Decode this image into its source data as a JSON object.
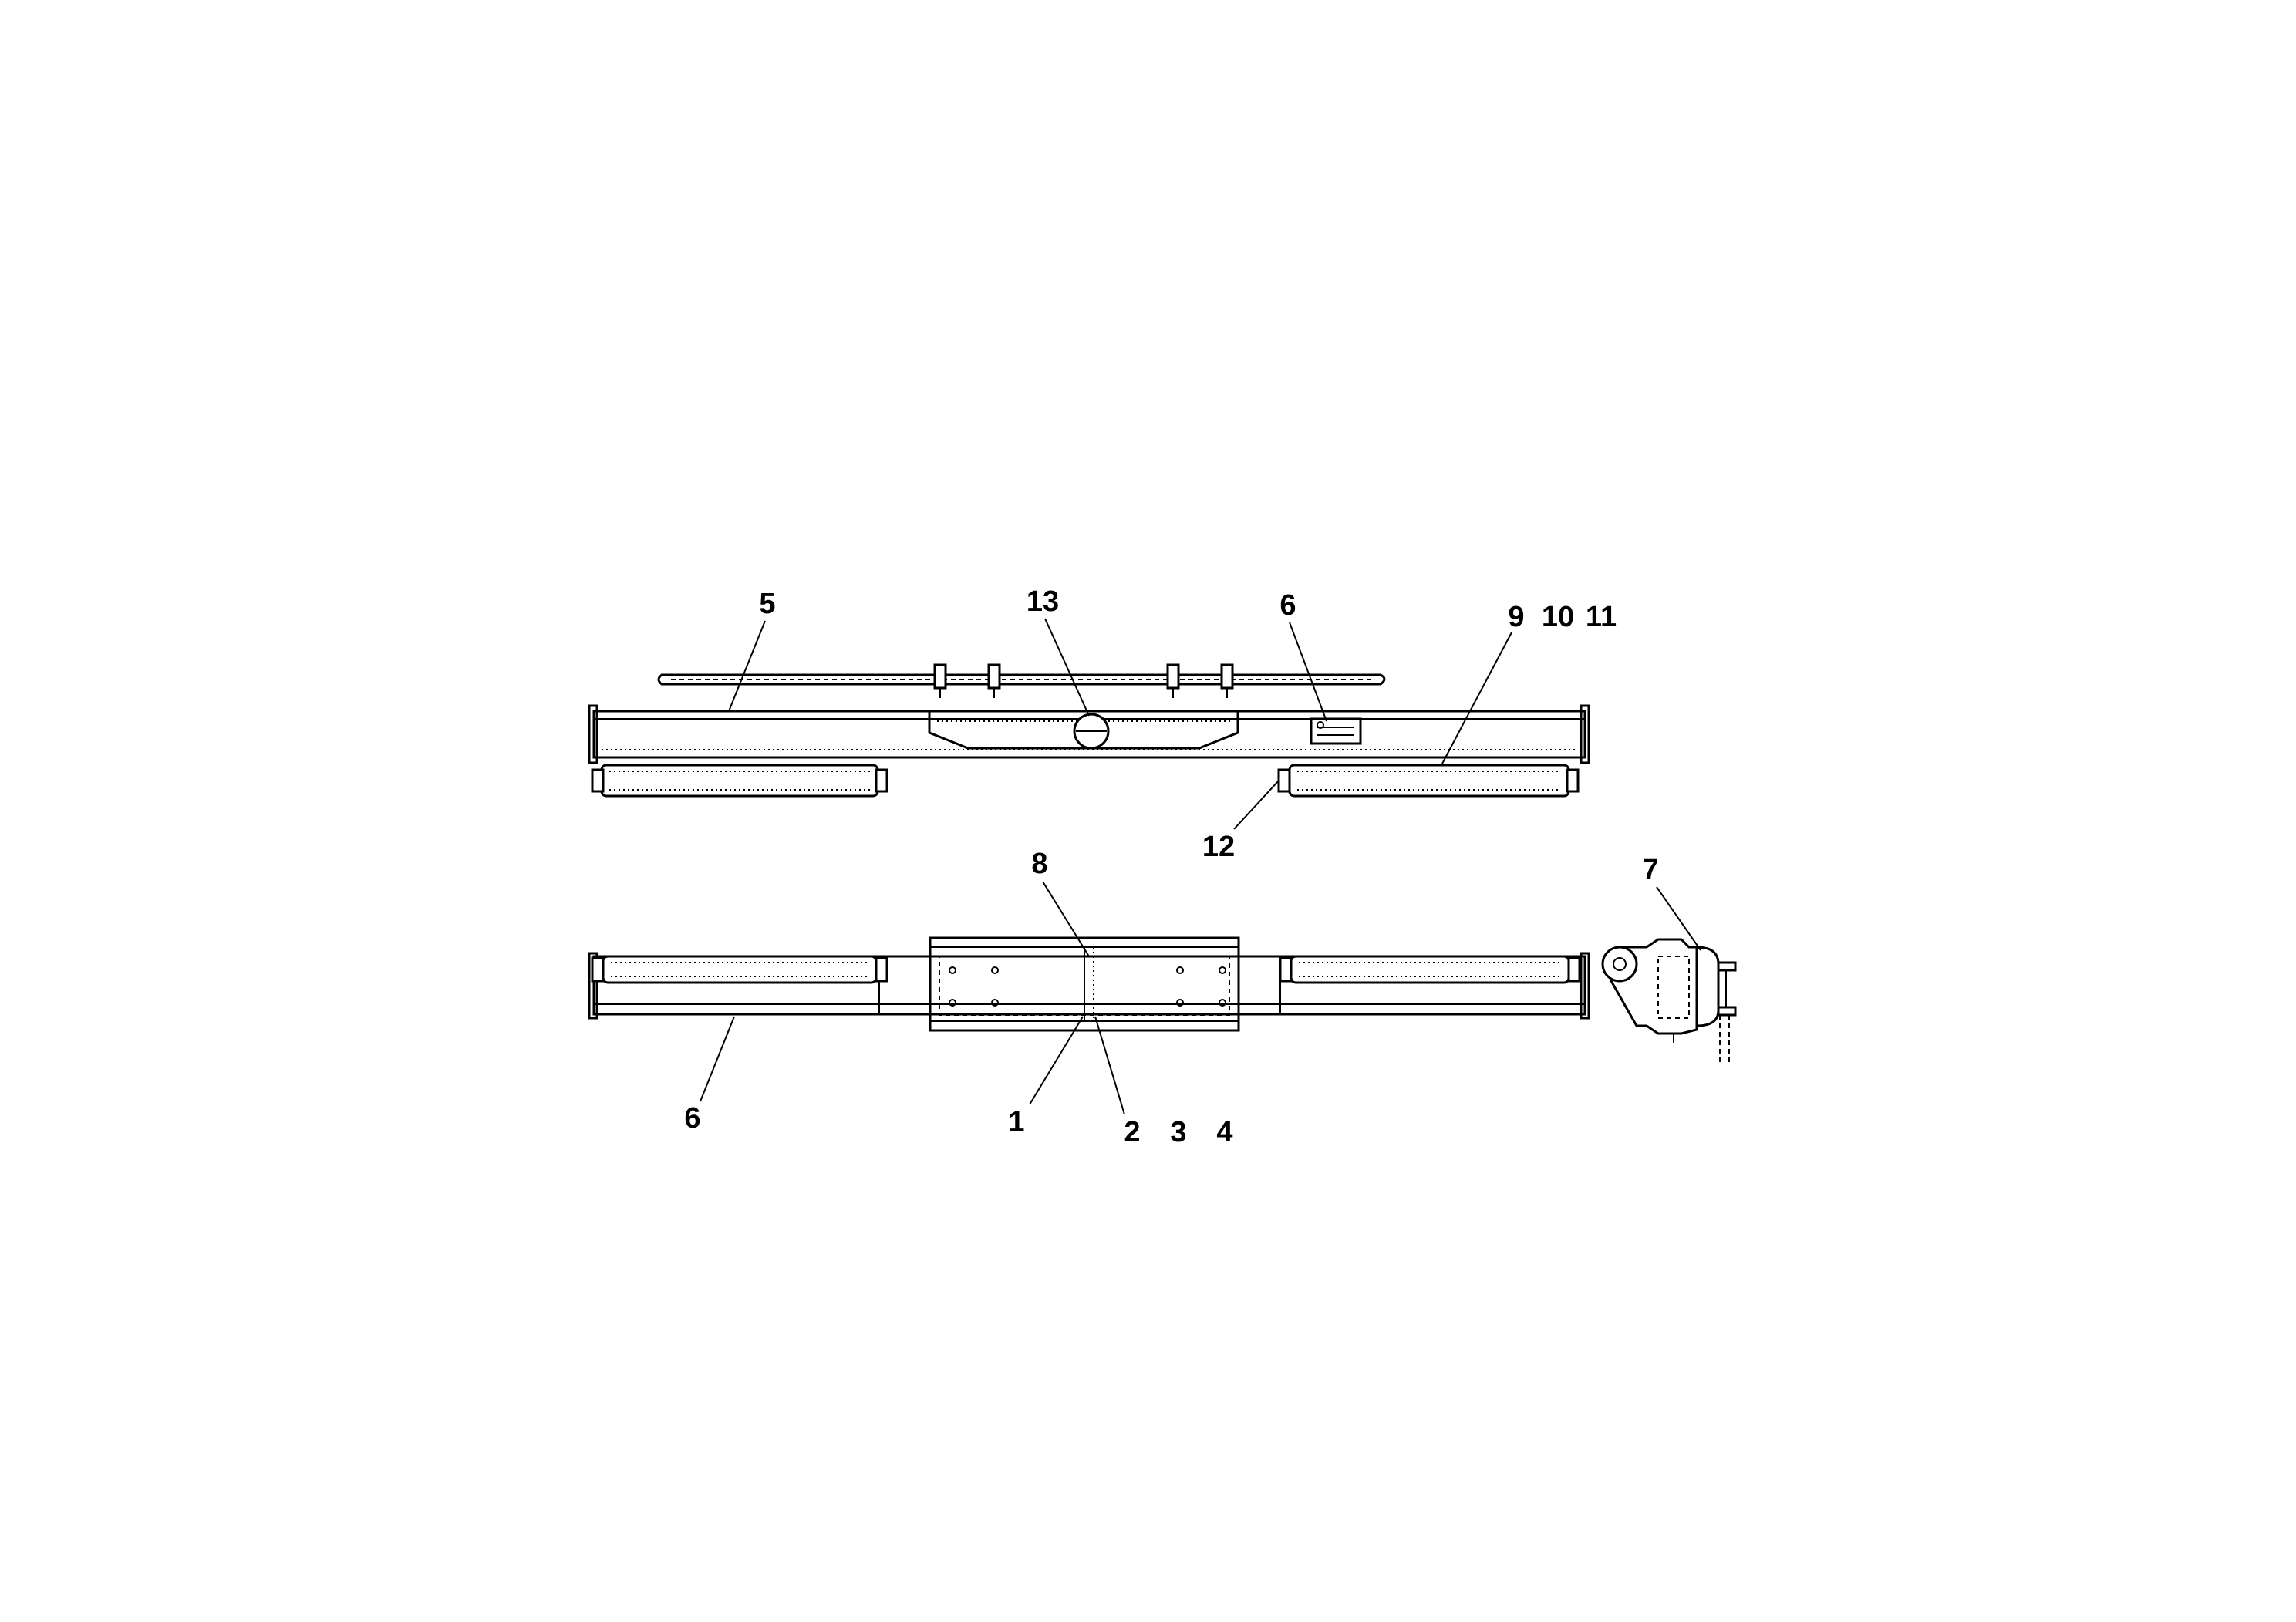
{
  "callouts": {
    "top": {
      "c5": "5",
      "c13": "13",
      "c6": "6",
      "c9": "9",
      "c10": "10",
      "c11": "11",
      "c12": "12"
    },
    "bottom": {
      "c8": "8",
      "c6": "6",
      "c1": "1",
      "c2": "2",
      "c3": "3",
      "c4": "4"
    },
    "side": {
      "c7": "7"
    }
  }
}
